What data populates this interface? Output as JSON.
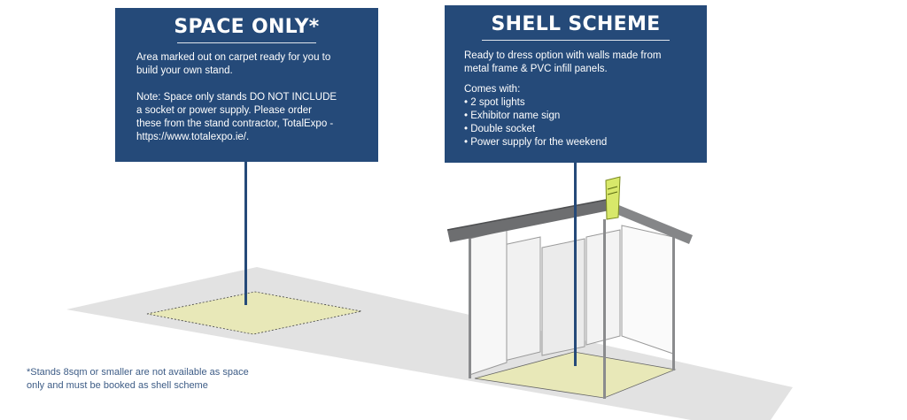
{
  "space_only": {
    "title": "SPACE ONLY*",
    "desc_line1": "Area marked out on carpet ready for you to",
    "desc_line2": "build your own stand.",
    "note_line1": "Note: Space only stands DO NOT INCLUDE",
    "note_line2": "a socket or power supply.  Please order",
    "note_line3": "these from the stand contractor, TotalExpo  -",
    "note_line4": "https://www.totalexpo.ie/."
  },
  "shell_scheme": {
    "title": "SHELL SCHEME",
    "desc_line1": "Ready to dress option with walls made from",
    "desc_line2": "metal frame & PVC infill panels.",
    "comes_with": "Comes with:",
    "features": [
      "2 spot lights",
      "Exhibitor name sign",
      "Double socket",
      "Power supply for the weekend"
    ]
  },
  "footnote": {
    "line1": "*Stands 8sqm or smaller are not available as space",
    "line2": "only and must be booked as shell scheme"
  },
  "colors": {
    "panel": "#254a79",
    "floor": "#e2e2e2",
    "carpet": "#e8e8b8",
    "frame": "#6d6e70"
  }
}
